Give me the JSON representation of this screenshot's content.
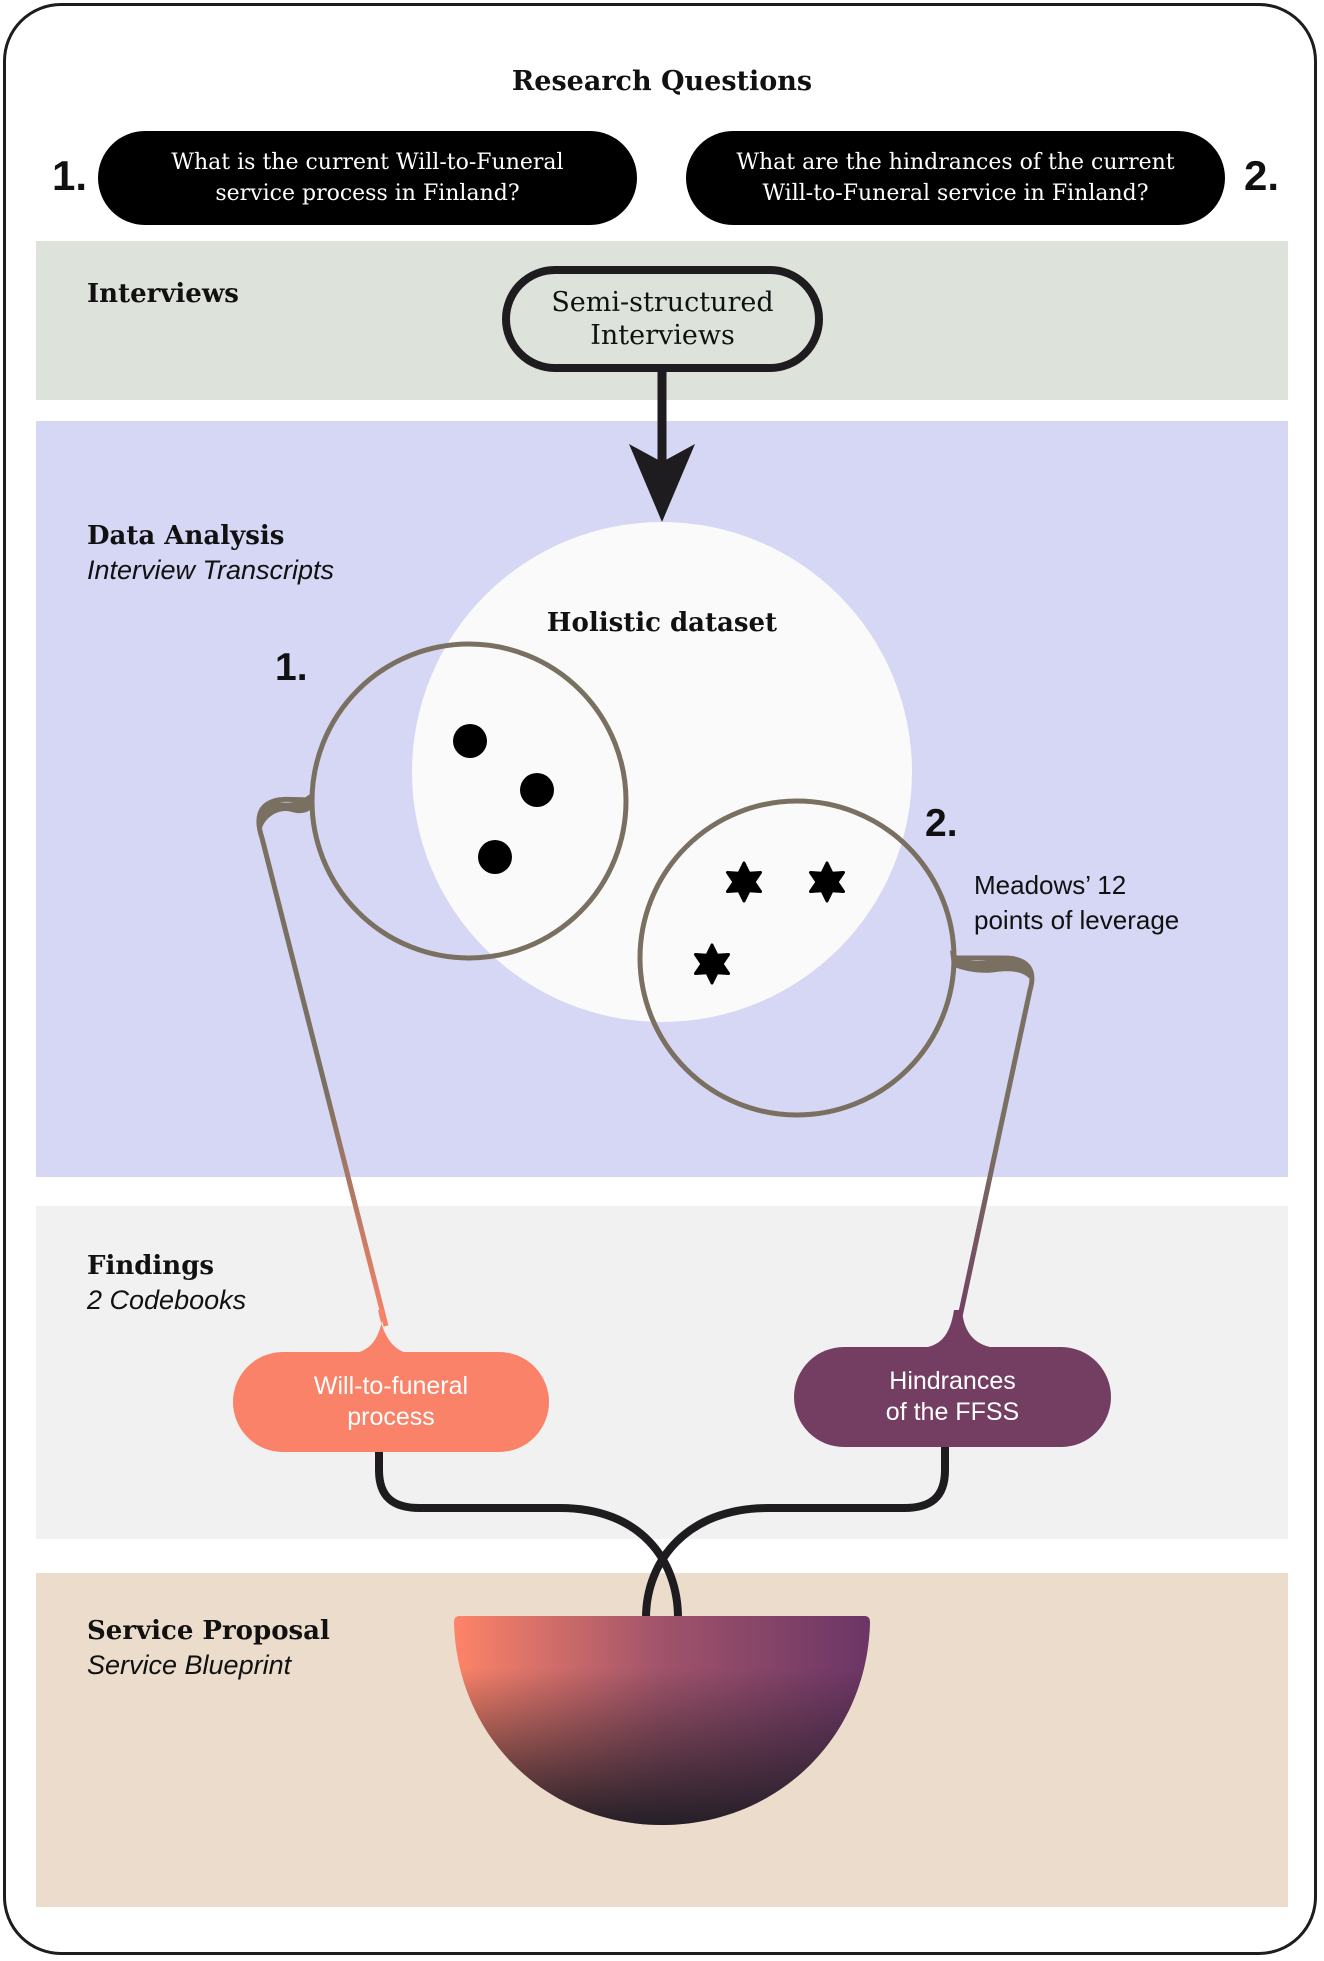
{
  "title": "Research Questions",
  "questions": [
    {
      "number": "1.",
      "text": "What is the current Will-to-Funeral\nservice process in Finland?"
    },
    {
      "number": "2.",
      "text": "What are the hindrances of the current\nWill-to-Funeral service in Finland?"
    }
  ],
  "sections": {
    "interviews": {
      "heading": "Interviews"
    },
    "data_analysis": {
      "heading": "Data Analysis",
      "subheading": "Interview Transcripts"
    },
    "findings": {
      "heading": "Findings",
      "subheading": "2 Codebooks"
    },
    "service_proposal": {
      "heading": "Service Proposal",
      "subheading": "Service Blueprint"
    }
  },
  "interview_node": {
    "label": "Semi-structured\nInterviews"
  },
  "dataset": {
    "label": "Holistic dataset"
  },
  "lens_1": {
    "number": "1."
  },
  "lens_2": {
    "number": "2.",
    "label": "Meadows’ 12\npoints of leverage"
  },
  "codebooks": [
    {
      "label": "Will-to-funeral\nprocess",
      "color": "#f98268"
    },
    {
      "label": "Hindrances\nof the FFSS",
      "color": "#733e62"
    }
  ],
  "colors": {
    "interviews_band": "#dde2da",
    "analysis_band": "#d6d6f5",
    "findings_band": "#f0f1f0",
    "proposal_band": "#ecdccb",
    "lens_stroke": "#7a7061",
    "dataset_fill": "#fafafa",
    "ink": "#1e1c1f"
  },
  "icons": [
    "arrow-down-icon",
    "dot-icon",
    "star-icon"
  ]
}
